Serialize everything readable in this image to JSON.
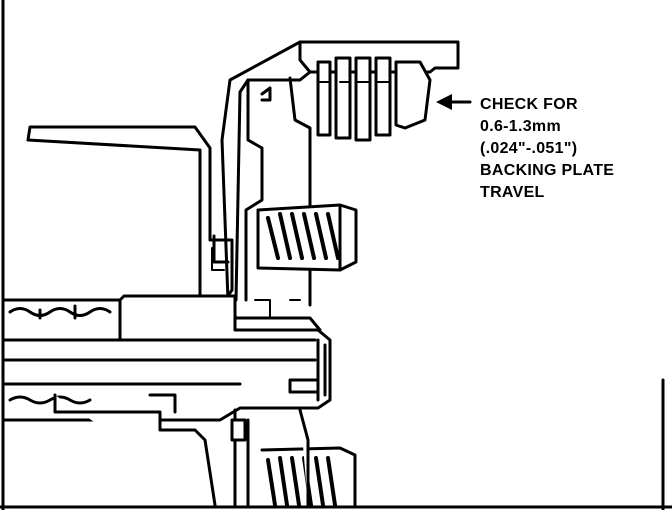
{
  "callout": {
    "lines": [
      "CHECK FOR",
      "0.6-1.3mm",
      "(.024\"-.051\")",
      "BACKING PLATE",
      "TRAVEL"
    ]
  },
  "colors": {
    "ink": "#000000",
    "paper": "#ffffff"
  }
}
